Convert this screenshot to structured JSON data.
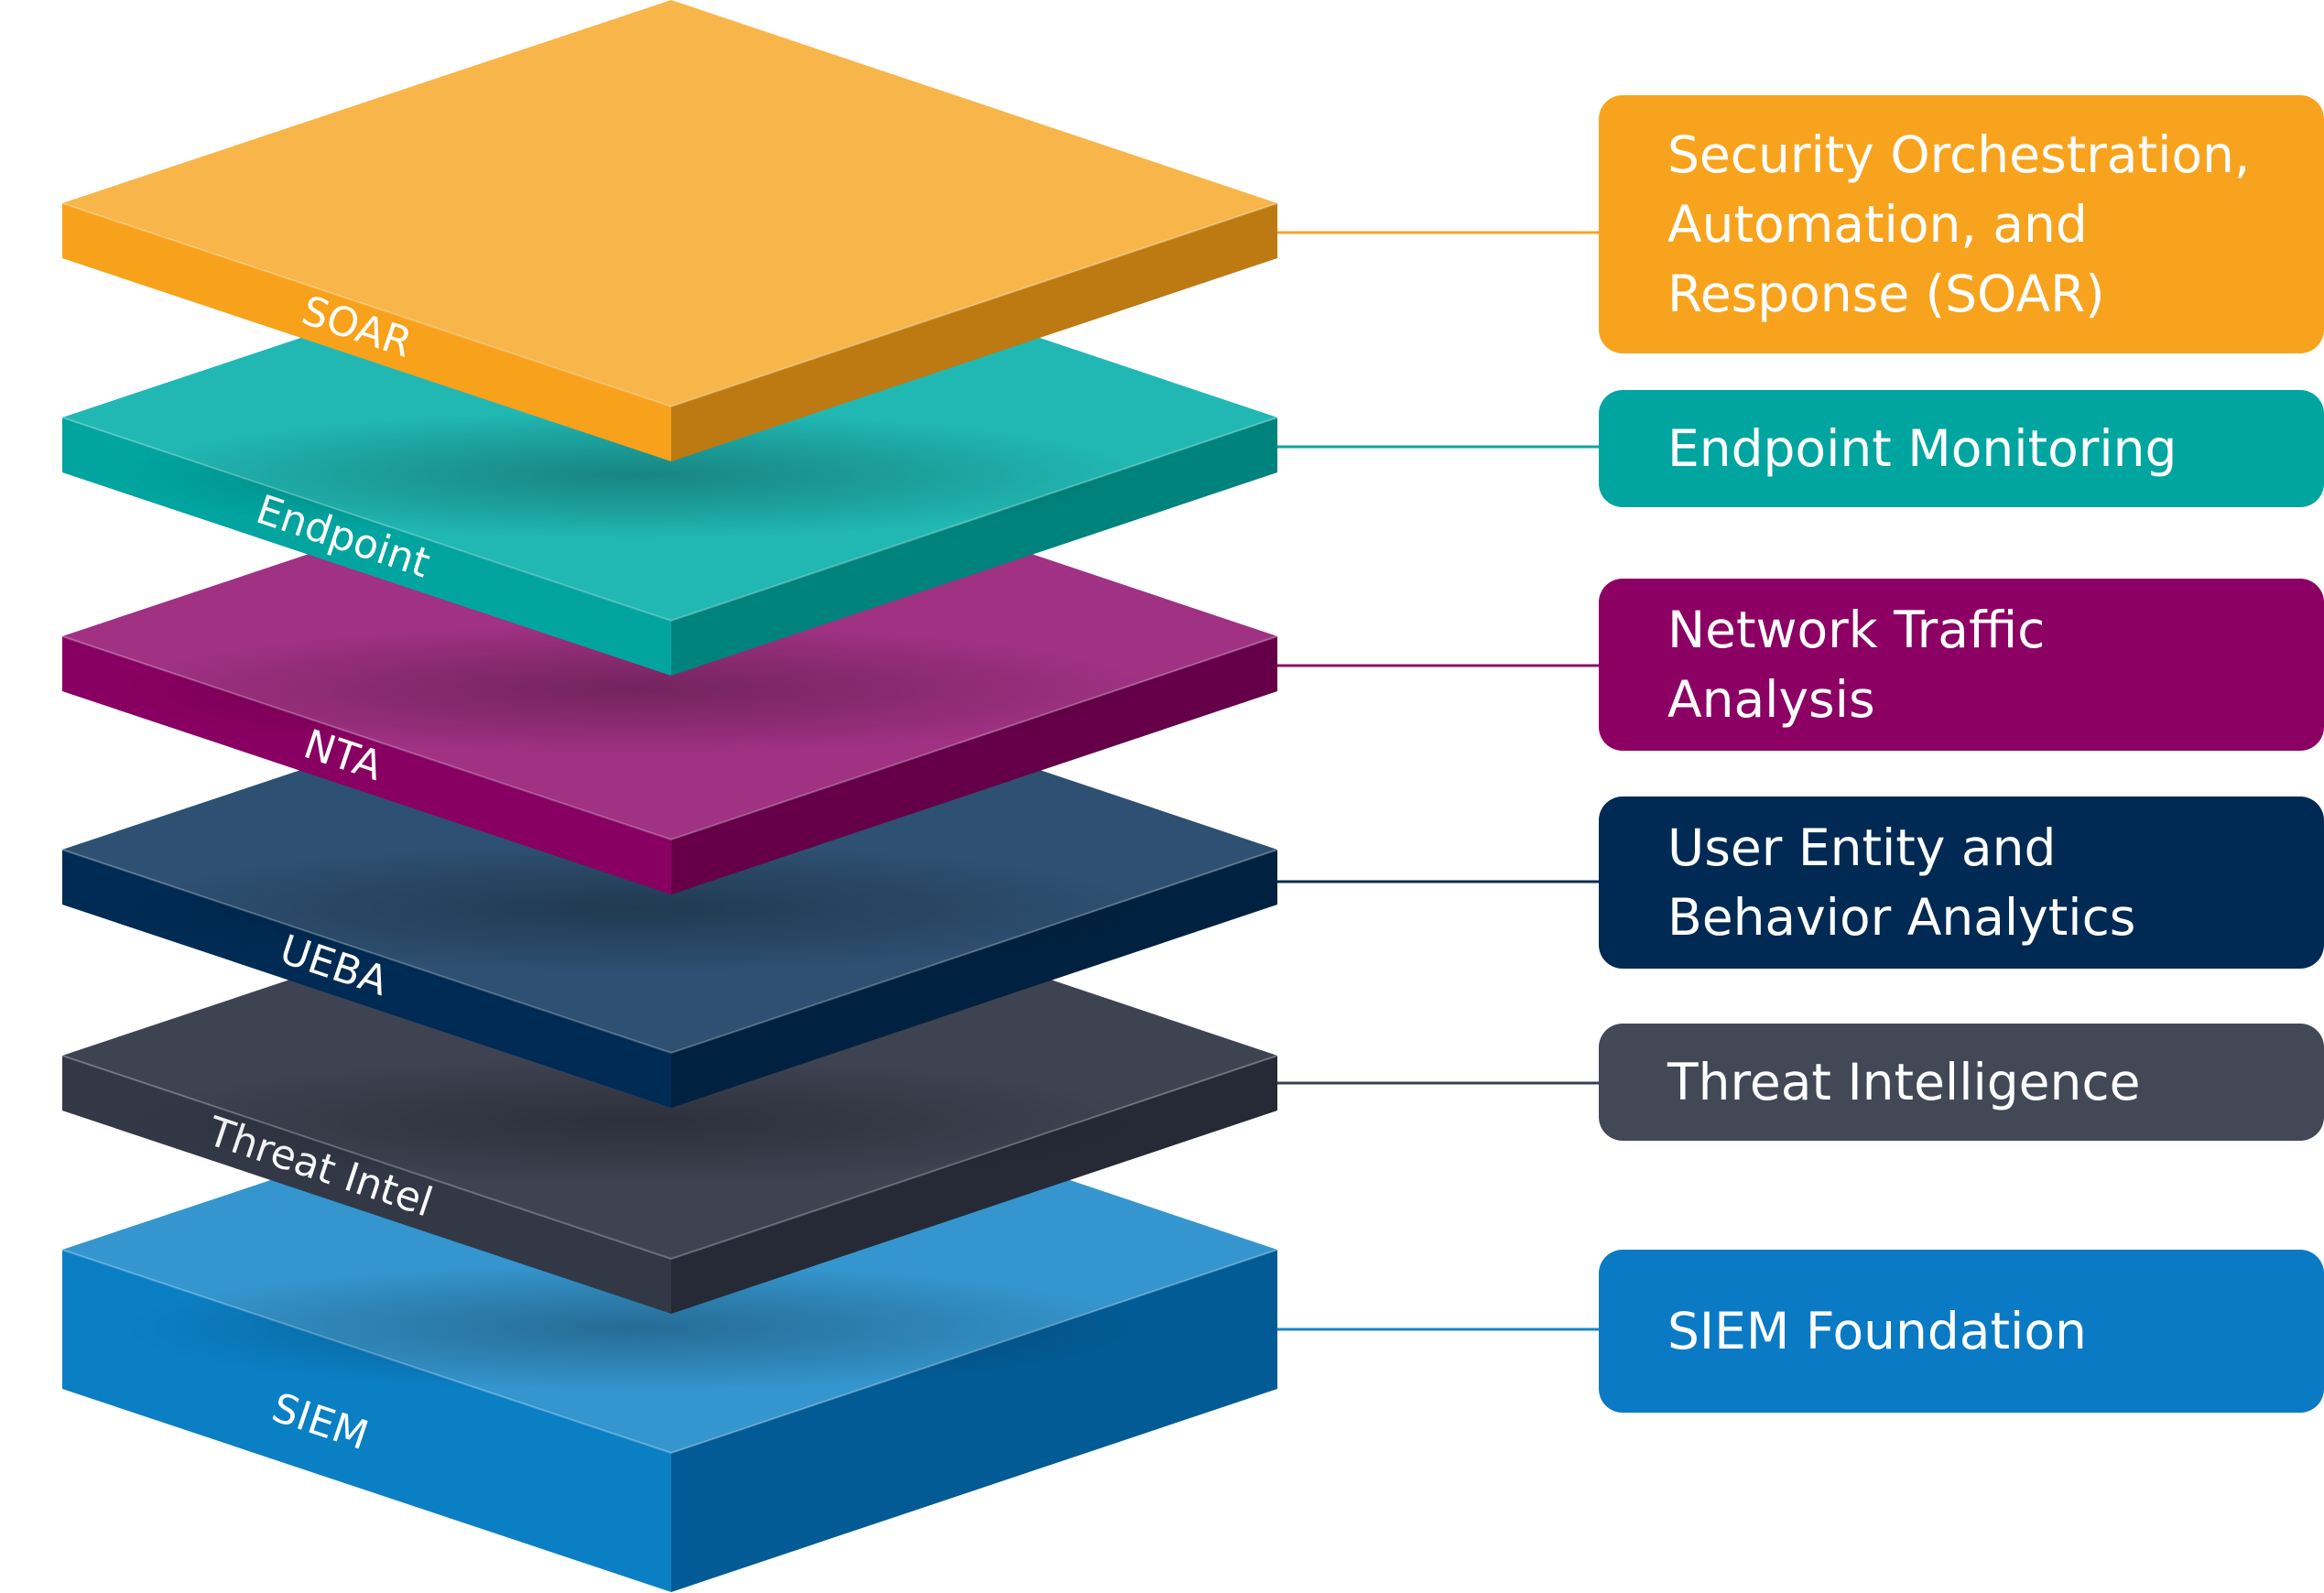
{
  "layers": [
    {
      "id": "siem",
      "short_label": "SIEM",
      "title": "SIEM Foundation",
      "top_color": "#3596cf",
      "left_color": "#0b7fc4",
      "right_color": "#035b95",
      "legend_color": "#0a7ac5",
      "line_color": "#1785c8"
    },
    {
      "id": "threat-intel",
      "short_label": "Threat Intel",
      "title": "Threat Intelligence",
      "top_color": "#3e4352",
      "left_color": "#333847",
      "right_color": "#262a36",
      "legend_color": "#424856",
      "line_color": "#3b3f4c"
    },
    {
      "id": "ueba",
      "short_label": "UEBA",
      "title": "User Entity and\nBehavior Analytics",
      "top_color": "#2e5072",
      "left_color": "#002b54",
      "right_color": "#00213f",
      "legend_color": "#002a53",
      "line_color": "#082b50"
    },
    {
      "id": "nta",
      "short_label": "NTA",
      "title": "Network Traffic\nAnalysis",
      "top_color": "#a03183",
      "left_color": "#880061",
      "right_color": "#650048",
      "legend_color": "#8c0064",
      "line_color": "#8a1167"
    },
    {
      "id": "endpoint",
      "short_label": "Endpoint",
      "title": "Endpoint Monitoring",
      "top_color": "#21b8b4",
      "left_color": "#01a49f",
      "right_color": "#00837d",
      "legend_color": "#01a59f",
      "line_color": "#0ca6a0"
    },
    {
      "id": "soar",
      "short_label": "SOAR",
      "title": "Security Orchestration,\nAutomation, and\nResponse (SOAR)",
      "top_color": "#f8b549",
      "left_color": "#f8a11a",
      "right_color": "#bd7a12",
      "legend_color": "#f8a31e",
      "line_color": "#f5a52a"
    }
  ]
}
